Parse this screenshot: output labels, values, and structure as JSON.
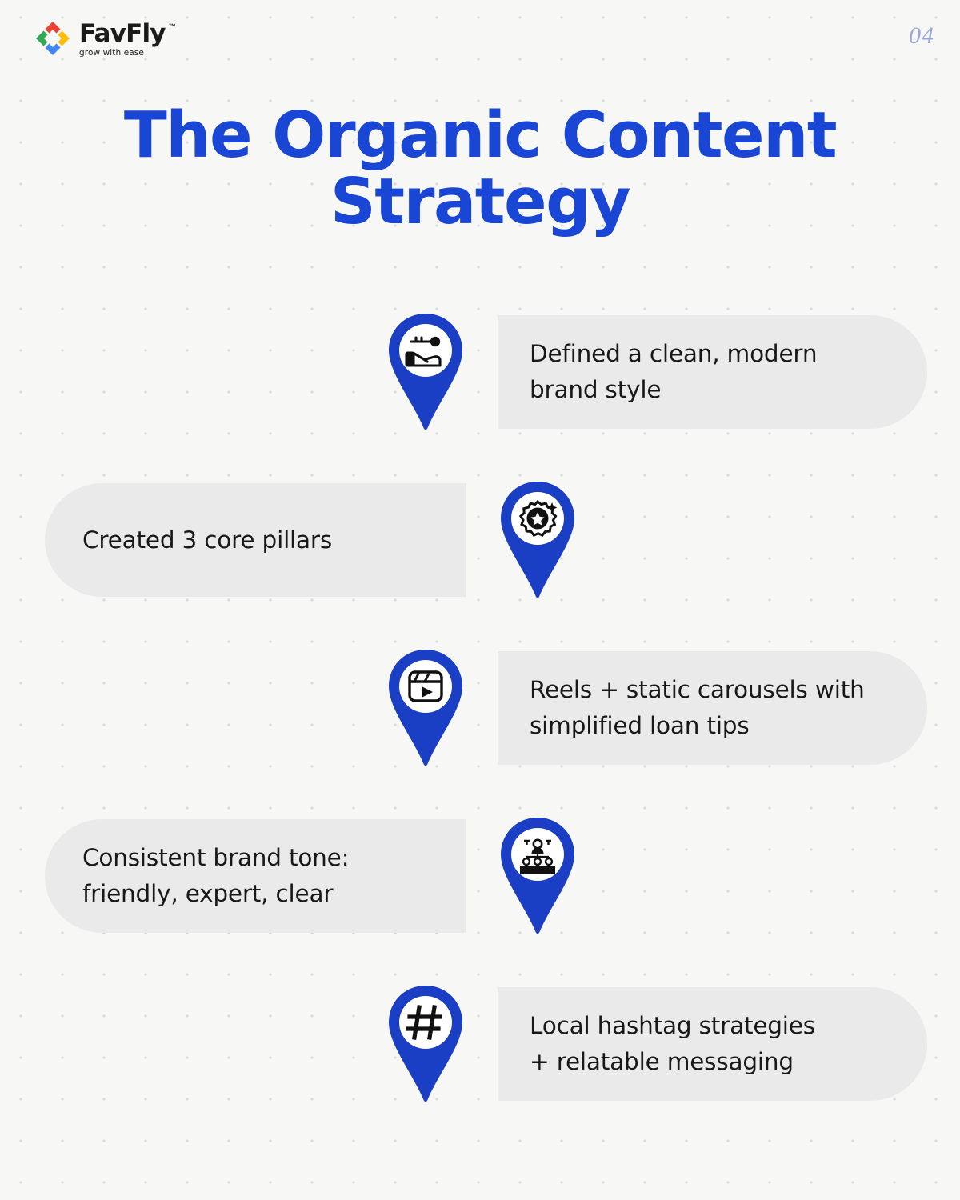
{
  "header": {
    "logo": {
      "name": "FavFly",
      "trademark": "™",
      "tagline": "grow with ease",
      "colors": {
        "top": "#ea4335",
        "left": "#34a853",
        "right": "#fbbc04",
        "bottom": "#4285f4"
      }
    },
    "page_number": "04"
  },
  "title": "The Organic Content\nStrategy",
  "colors": {
    "brand_blue": "#1a46d6",
    "pin_blue": "#1a3fc4",
    "pill_gray": "#eaeaea",
    "background": "#f7f7f6",
    "dot": "#d8d8d8",
    "page_number": "#9aa6d8"
  },
  "rows": [
    {
      "side": "right",
      "icon": "hand-key-icon",
      "text": "Defined a clean, modern\nbrand style"
    },
    {
      "side": "left",
      "icon": "badge-star-sparkle-icon",
      "text": "Created 3 core pillars"
    },
    {
      "side": "right",
      "icon": "reels-play-icon",
      "text": "Reels + static carousels with\nsimplified loan tips"
    },
    {
      "side": "left",
      "icon": "team-org-chart-icon",
      "text": "Consistent brand tone:\nfriendly, expert, clear"
    },
    {
      "side": "right",
      "icon": "hashtag-icon",
      "text": "Local hashtag strategies\n+ relatable messaging"
    }
  ]
}
